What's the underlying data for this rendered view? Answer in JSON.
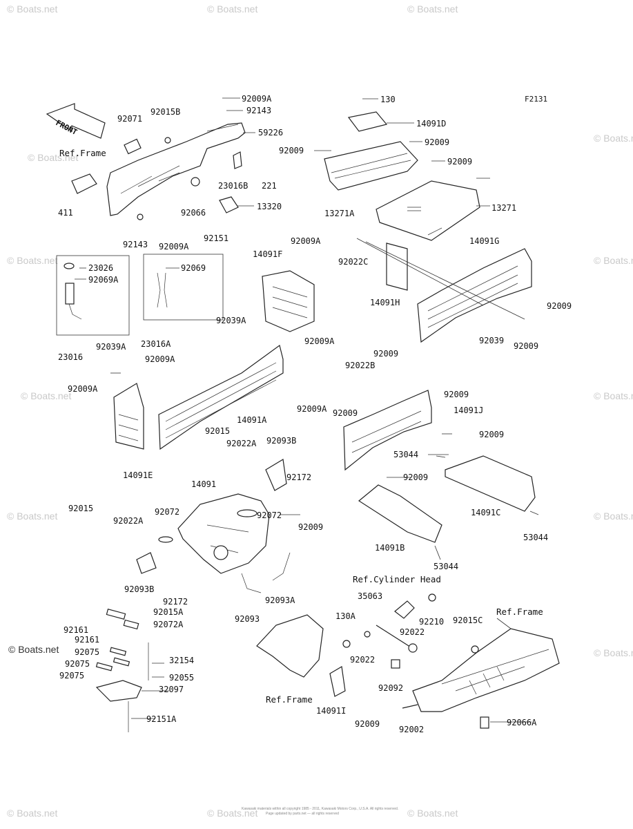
{
  "figure_code": "F2131",
  "front_label": "FRONT",
  "watermark": "© Boats.net",
  "copyright_line1": "Kawasaki materials within all copyright 1985 - 2011, Kawasaki Motors Corp., U.S.A. All rights reserved.",
  "copyright_line2": "Page updated by parts.net — all rights reserved",
  "labels": [
    "92009A",
    "92143",
    "130",
    "14091D",
    "92071",
    "92015B",
    "59226",
    "92009",
    "92009",
    "Ref.Frame",
    "92009",
    "23016B",
    "221",
    "13271",
    "411",
    "92066",
    "13320",
    "13271A",
    "92143",
    "92009A",
    "92151",
    "92009A",
    "14091G",
    "14091F",
    "92022C",
    "23026",
    "92069A",
    "92069",
    "14091H",
    "92009",
    "92039A",
    "92039",
    "92009",
    "92009A",
    "23016",
    "23016A",
    "92039A",
    "92009A",
    "92009",
    "92022B",
    "92009A",
    "14091A",
    "92009",
    "92009",
    "14091J",
    "92009A",
    "92015",
    "92093B",
    "92022A",
    "92009",
    "14091E",
    "53044",
    "92172",
    "92009",
    "14091",
    "92015",
    "92072",
    "92022A",
    "92072",
    "92009",
    "14091C",
    "14091B",
    "53044",
    "53044",
    "92093B",
    "92172",
    "Ref.Cylinder Head",
    "92093",
    "92093A",
    "35063",
    "92015A",
    "92210",
    "130A",
    "92015C",
    "Ref.Frame",
    "92161",
    "92072A",
    "92161",
    "92022",
    "32154",
    "92075",
    "92075",
    "92022",
    "92055",
    "92075",
    "32097",
    "92092",
    "Ref.Frame",
    "14091I",
    "92009",
    "92002",
    "92066A",
    "92151A"
  ]
}
